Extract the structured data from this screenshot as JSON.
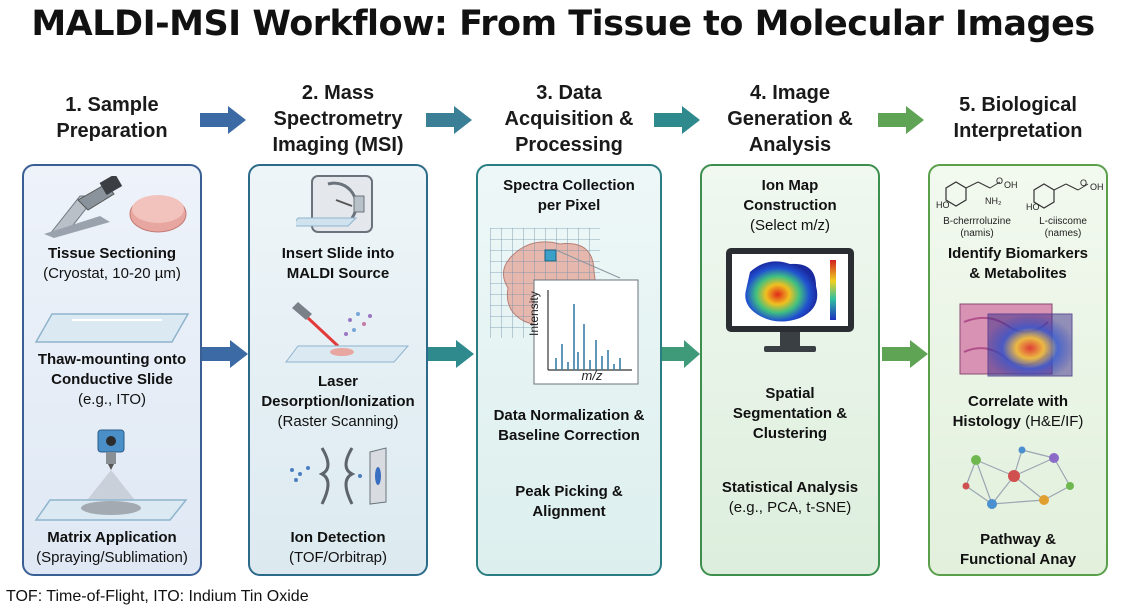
{
  "title": "MALDI-MSI Workflow: From Tissue to Molecular Images",
  "steps": [
    {
      "heading": [
        "1. Sample",
        "Preparation"
      ]
    },
    {
      "heading": [
        "2. Mass",
        "Spectrometry",
        "Imaging (MSI)"
      ]
    },
    {
      "heading": [
        "3. Data",
        "Acquisition &",
        "Processing"
      ]
    },
    {
      "heading": [
        "4. Image",
        "Generation &",
        "Analysis"
      ]
    },
    {
      "heading": [
        "5. Biological",
        "Interpretation"
      ]
    }
  ],
  "panel1": {
    "tissue_sectioning": {
      "title": "Tissue Sectioning",
      "sub": "(Cryostat, 10-20 µm)"
    },
    "thaw_mounting": {
      "title1": "Thaw-mounting onto",
      "title2": "Conductive Slide",
      "sub": "(e.g., ITO)"
    },
    "matrix_application": {
      "title": "Matrix Application",
      "sub": "(Spraying/Sublimation)"
    }
  },
  "panel2": {
    "insert_slide": {
      "title1": "Insert Slide into",
      "title2": "MALDI Source"
    },
    "laser": {
      "title1": "Laser",
      "title2": "Desorption/Ionization",
      "sub": "(Raster Scanning)"
    },
    "ion_detection": {
      "title": "Ion Detection",
      "sub": "(TOF/Orbitrap)"
    }
  },
  "panel3": {
    "spectra": {
      "title1": "Spectra Collection",
      "title2": "per Pixel"
    },
    "plot": {
      "ylabel": "Intensity",
      "xlabel": "m/z"
    },
    "normalization": {
      "title1": "Data Normalization &",
      "title2": "Baseline Correction"
    },
    "peak_picking": {
      "title1": "Peak Picking &",
      "title2": "Alignment"
    }
  },
  "panel4": {
    "ion_map": {
      "title1": "Ion Map",
      "title2": "Construction",
      "sub": "(Select m/z)"
    },
    "segmentation": {
      "title1": "Spatial",
      "title2": "Segmentation &",
      "title3": "Clustering"
    },
    "statistical": {
      "title": "Statistical Analysis",
      "sub": "(e.g., PCA, t-SNE)"
    }
  },
  "panel5": {
    "molecules": {
      "m1_name": "B-cherrroluzine",
      "m1_sub": "(namis)",
      "m2_name": "L-ciiscome",
      "m2_sub": "(names)",
      "ho1": "HO",
      "oh1": "OH",
      "nh2": "NH₂",
      "o1": "O",
      "ho2": "HO",
      "oh2": "OH",
      "o2": "O"
    },
    "biomarkers": {
      "title1": "Identify Biomarkers",
      "title2": "& Metabolites"
    },
    "histology": {
      "title1": "Correlate with",
      "title2": "Histology",
      "sub": "(H&E/IF)"
    },
    "pathway": {
      "title1": "Pathway &",
      "title2": "Functional Anay"
    }
  },
  "footnote": "TOF: Time-of-Flight, ITO: Indium Tin Oxide",
  "colors": {
    "arrow_blue": "#3c6aa4",
    "arrow_teal": "#2e8a8c",
    "arrow_green": "#5fa454",
    "panel1": "#3a5f94",
    "panel2": "#2c6a8a",
    "panel3": "#2a7d80",
    "panel4": "#3d8f4e",
    "panel5": "#5aa04a"
  }
}
